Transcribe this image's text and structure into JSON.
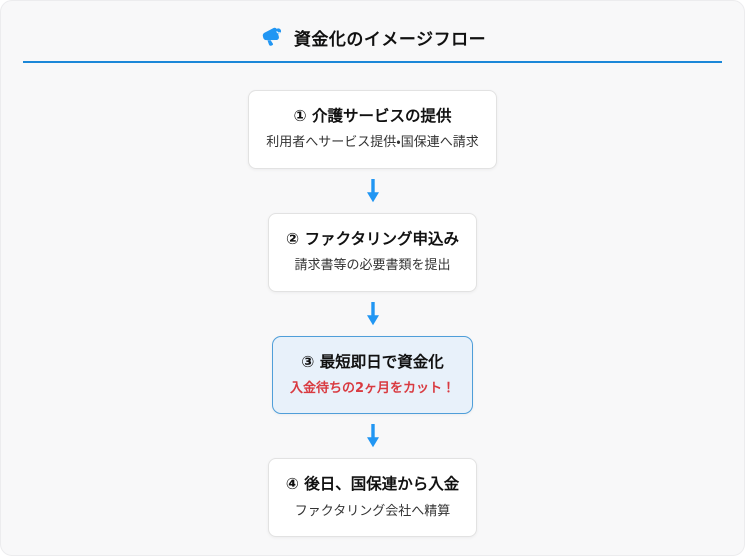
{
  "header": {
    "title": "資金化のイメージフロー",
    "icon": "megaphone-icon"
  },
  "colors": {
    "accent_blue": "#1b87d8",
    "arrow_blue": "#2196f3",
    "highlight_bg": "#e8f1fa",
    "highlight_border": "#4f9ed9",
    "alert_red": "#d93a40",
    "card_bg": "#f8f8f9",
    "box_border": "#e2e2e2"
  },
  "flow": {
    "steps": [
      {
        "title": "① 介護サービスの提供",
        "subtitle": "利用者へサービス提供・国保連へ請求",
        "highlight": false
      },
      {
        "title": "② ファクタリング申込み",
        "subtitle": "請求書等の必要書類を提出",
        "highlight": false
      },
      {
        "title": "③ 最短即日で資金化",
        "subtitle": "入金待ちの2ヶ月をカット！",
        "highlight": true
      },
      {
        "title": "④ 後日、国保連から入金",
        "subtitle": "ファクタリング会社へ精算",
        "highlight": false
      }
    ]
  }
}
